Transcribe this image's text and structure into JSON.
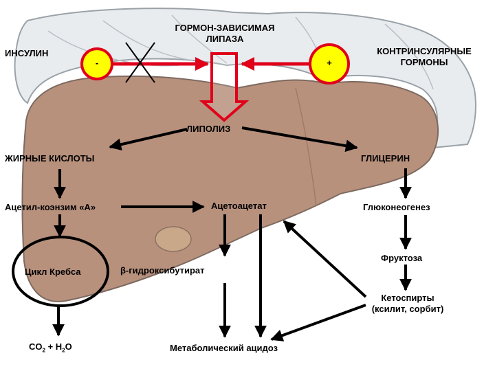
{
  "labels": {
    "insulin": "ИНСУЛИН",
    "hsl_line1": "ГОРМОН-ЗАВИСИМАЯ",
    "hsl_line2": "ЛИПАЗА",
    "counter_line1": "КОНТРИНСУЛЯРНЫЕ",
    "counter_line2": "ГОРМОНЫ",
    "minus": "-",
    "plus": "+",
    "lipolysis": "ЛИПОЛИЗ",
    "fatty_acids": "ЖИРНЫЕ КИСЛОТЫ",
    "glycerol": "ГЛИЦЕРИН",
    "acetyl_coa": "Ацетил-коэнзим «А»",
    "acetoacetate": "Ацетоацетат",
    "gluconeogenesis": "Глюконеогенез",
    "fructose": "Фруктоза",
    "krebs": "Цикл Кребса",
    "hydroxybutyrate": "β-гидроксибутират",
    "ketospirits_line1": "Кетоспирты",
    "ketospirits_line2": "(ксилит, сорбит)",
    "co2_co": "CO",
    "co2_sub": "2",
    "co2_plus": "+ H",
    "h2o_sub": "2",
    "h2o_o": "O",
    "acidosis": "Метаболический ацидоз"
  },
  "colors": {
    "liver": "#b8917d",
    "liver_outline": "#7d6a60",
    "membrane": "#e9ecef",
    "membrane_outline": "#9aa2a8",
    "indicator_fill": "#ffff00",
    "indicator_stroke": "#e0001a",
    "arrow_red": "#e0001a"
  }
}
